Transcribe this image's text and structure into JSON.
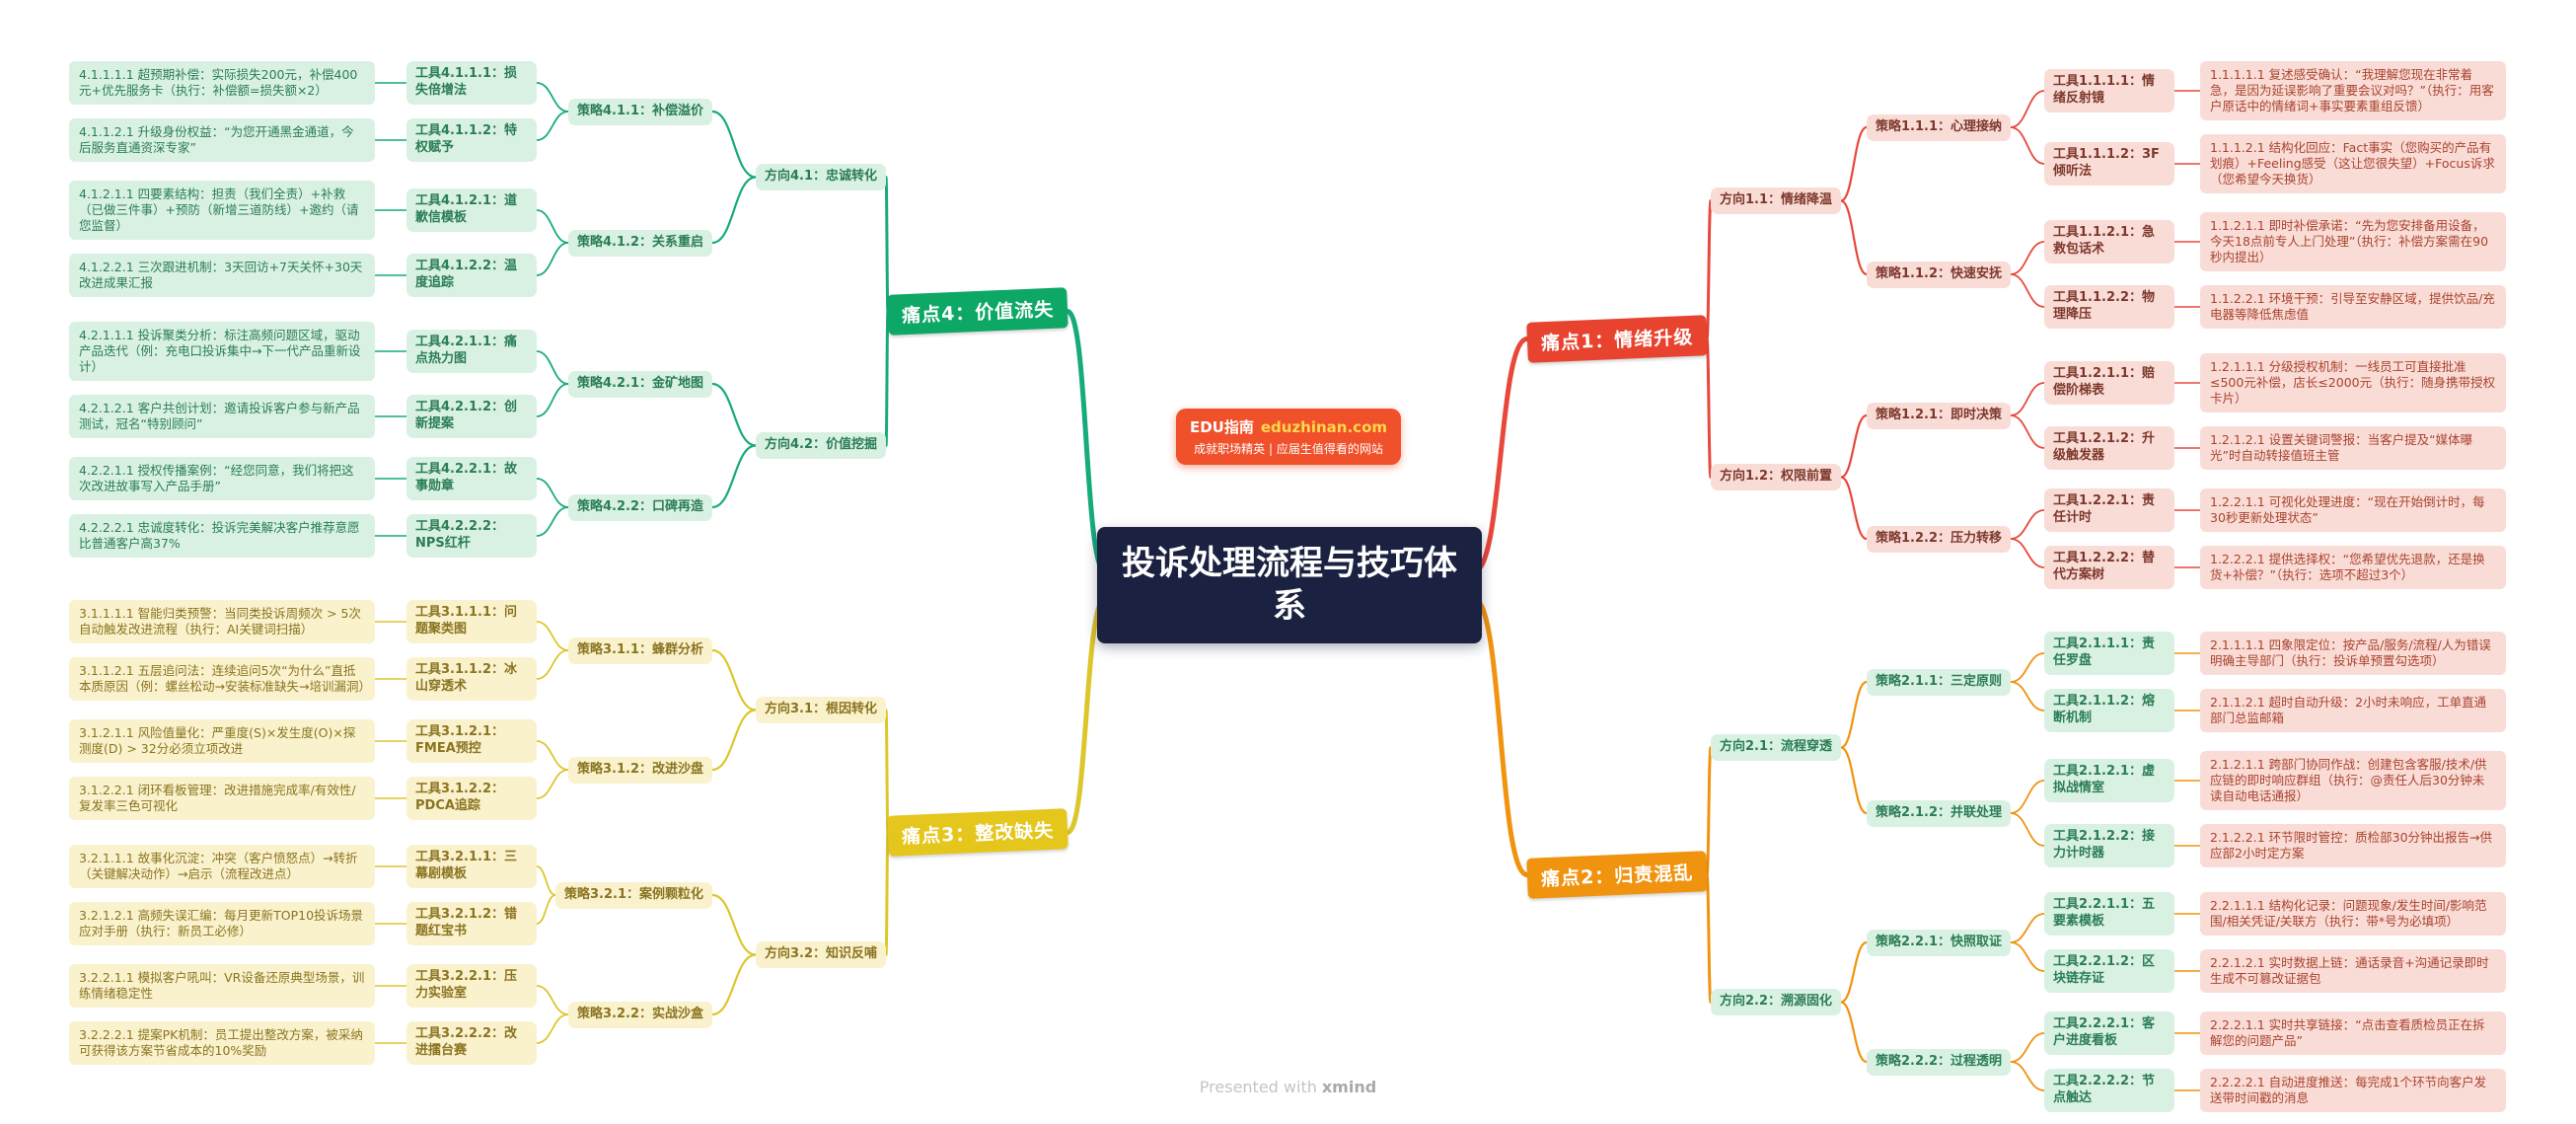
{
  "center": {
    "title": "投诉处理流程与技巧体系"
  },
  "badge": {
    "brand": "EDU指南",
    "site": "eduzhinan.com",
    "tagline": "成就职场精英 | 应届生值得看的网站"
  },
  "footer": {
    "prefix": "Presented with",
    "brand": "xmind"
  },
  "branches": [
    {
      "label": "痛点1：情绪升级",
      "side": "right",
      "colors": {
        "line": "#e8483b",
        "pain_bg": "#e8432e",
        "pain_fg": "#ffffff",
        "sub_bg": "#fadcd6",
        "sub_fg": "#7c382c",
        "detail_bg": "#fadcd6",
        "detail_fg": "#a8432f"
      },
      "directions": [
        {
          "label": "方向1.1：情绪降温",
          "strategies": [
            {
              "label": "策略1.1.1：心理接纳",
              "tools": [
                {
                  "label": "工具1.1.1.1：情绪反射镜",
                  "details": [
                    "1.1.1.1.1 复述感受确认：“我理解您现在非常着急，是因为延误影响了重要会议对吗？”（执行：用客户原话中的情绪词+事实要素重组反馈）"
                  ]
                },
                {
                  "label": "工具1.1.1.2：3F倾听法",
                  "details": [
                    "1.1.1.2.1 结构化回应：Fact事实（您购买的产品有划痕）+Feeling感受（这让您很失望）+Focus诉求（您希望今天换货）"
                  ]
                }
              ]
            },
            {
              "label": "策略1.1.2：快速安抚",
              "tools": [
                {
                  "label": "工具1.1.2.1：急救包话术",
                  "details": [
                    "1.1.2.1.1 即时补偿承诺：“先为您安排备用设备，今天18点前专人上门处理”（执行：补偿方案需在90秒内提出）"
                  ]
                },
                {
                  "label": "工具1.1.2.2：物理降压",
                  "details": [
                    "1.1.2.2.1 环境干预：引导至安静区域，提供饮品/充电器等降低焦虑值"
                  ]
                }
              ]
            }
          ]
        },
        {
          "label": "方向1.2：权限前置",
          "strategies": [
            {
              "label": "策略1.2.1：即时决策",
              "tools": [
                {
                  "label": "工具1.2.1.1：赔偿阶梯表",
                  "details": [
                    "1.2.1.1.1 分级授权机制：一线员工可直接批准≤500元补偿，店长≤2000元（执行：随身携带授权卡片）"
                  ]
                },
                {
                  "label": "工具1.2.1.2：升级触发器",
                  "details": [
                    "1.2.1.2.1 设置关键词警报：当客户提及“媒体曝光”时自动转接值班主管"
                  ]
                }
              ]
            },
            {
              "label": "策略1.2.2：压力转移",
              "tools": [
                {
                  "label": "工具1.2.2.1：责任计时",
                  "details": [
                    "1.2.2.1.1 可视化处理进度：“现在开始倒计时，每30秒更新处理状态”"
                  ]
                },
                {
                  "label": "工具1.2.2.2：替代方案树",
                  "details": [
                    "1.2.2.2.1 提供选择权：“您希望优先退款，还是换货+补偿？”（执行：选项不超过3个）"
                  ]
                }
              ]
            }
          ]
        }
      ]
    },
    {
      "label": "痛点2：归责混乱",
      "side": "right",
      "colors": {
        "line": "#f0930f",
        "pain_bg": "#f0930f",
        "pain_fg": "#ffffff",
        "sub_bg": "#d9f1e3",
        "sub_fg": "#2a7d55",
        "detail_bg": "#fadcd6",
        "detail_fg": "#a8432f"
      },
      "directions": [
        {
          "label": "方向2.1：流程穿透",
          "strategies": [
            {
              "label": "策略2.1.1：三定原则",
              "tools": [
                {
                  "label": "工具2.1.1.1：责任罗盘",
                  "details": [
                    "2.1.1.1.1 四象限定位：按产品/服务/流程/人为错误明确主导部门（执行：投诉单预置勾选项）"
                  ]
                },
                {
                  "label": "工具2.1.1.2：熔断机制",
                  "details": [
                    "2.1.1.2.1 超时自动升级：2小时未响应，工单直通部门总监邮箱"
                  ]
                }
              ]
            },
            {
              "label": "策略2.1.2：并联处理",
              "tools": [
                {
                  "label": "工具2.1.2.1：虚拟战情室",
                  "details": [
                    "2.1.2.1.1 跨部门协同作战：创建包含客服/技术/供应链的即时响应群组（执行：@责任人后30分钟未读自动电话通报）"
                  ]
                },
                {
                  "label": "工具2.1.2.2：接力计时器",
                  "details": [
                    "2.1.2.2.1 环节限时管控：质检部30分钟出报告→供应部2小时定方案"
                  ]
                }
              ]
            }
          ]
        },
        {
          "label": "方向2.2：溯源固化",
          "strategies": [
            {
              "label": "策略2.2.1：快照取证",
              "tools": [
                {
                  "label": "工具2.2.1.1：五要素模板",
                  "details": [
                    "2.2.1.1.1 结构化记录：问题现象/发生时间/影响范围/相关凭证/关联方（执行：带*号为必填项）"
                  ]
                },
                {
                  "label": "工具2.2.1.2：区块链存证",
                  "details": [
                    "2.2.1.2.1 实时数据上链：通话录音+沟通记录即时生成不可篡改证据包"
                  ]
                }
              ]
            },
            {
              "label": "策略2.2.2：过程透明",
              "tools": [
                {
                  "label": "工具2.2.2.1：客户进度看板",
                  "details": [
                    "2.2.2.1.1 实时共享链接：“点击查看质检员正在拆解您的问题产品”"
                  ]
                },
                {
                  "label": "工具2.2.2.2：节点触达",
                  "details": [
                    "2.2.2.2.1 自动进度推送：每完成1个环节向客户发送带时间戳的消息"
                  ]
                }
              ]
            }
          ]
        }
      ]
    },
    {
      "label": "痛点4：价值流失",
      "side": "left",
      "colors": {
        "line": "#17aa7d",
        "pain_bg": "#0ea866",
        "pain_fg": "#ffffff",
        "sub_bg": "#d9f1e3",
        "sub_fg": "#2a7d55",
        "detail_bg": "#d9f1e3",
        "detail_fg": "#2a7d55"
      },
      "directions": [
        {
          "label": "方向4.1：忠诚转化",
          "strategies": [
            {
              "label": "策略4.1.1：补偿溢价",
              "tools": [
                {
                  "label": "工具4.1.1.1：损失倍增法",
                  "details": [
                    "4.1.1.1.1 超预期补偿：实际损失200元，补偿400元+优先服务卡（执行：补偿额=损失额×2）"
                  ]
                },
                {
                  "label": "工具4.1.1.2：特权赋予",
                  "details": [
                    "4.1.1.2.1 升级身份权益：“为您开通黑金通道，今后服务直通资深专家”"
                  ]
                }
              ]
            },
            {
              "label": "策略4.1.2：关系重启",
              "tools": [
                {
                  "label": "工具4.1.2.1：道歉信模板",
                  "details": [
                    "4.1.2.1.1 四要素结构：担责（我们全责）+补救（已做三件事）+预防（新增三道防线）+邀约（请您监督）"
                  ]
                },
                {
                  "label": "工具4.1.2.2：温度追踪",
                  "details": [
                    "4.1.2.2.1 三次跟进机制：3天回访+7天关怀+30天改进成果汇报"
                  ]
                }
              ]
            }
          ]
        },
        {
          "label": "方向4.2：价值挖掘",
          "strategies": [
            {
              "label": "策略4.2.1：金矿地图",
              "tools": [
                {
                  "label": "工具4.2.1.1：痛点热力图",
                  "details": [
                    "4.2.1.1.1 投诉聚类分析：标注高频问题区域，驱动产品迭代（例：充电口投诉集中→下一代产品重新设计）"
                  ]
                },
                {
                  "label": "工具4.2.1.2：创新提案",
                  "details": [
                    "4.2.1.2.1 客户共创计划：邀请投诉客户参与新产品测试，冠名“特别顾问”"
                  ]
                }
              ]
            },
            {
              "label": "策略4.2.2：口碑再造",
              "tools": [
                {
                  "label": "工具4.2.2.1：故事勋章",
                  "details": [
                    "4.2.2.1.1 授权传播案例：“经您同意，我们将把这次改进故事写入产品手册”"
                  ]
                },
                {
                  "label": "工具4.2.2.2：NPS红杆",
                  "details": [
                    "4.2.2.2.1 忠诚度转化：投诉完美解决客户推荐意愿比普通客户高37%"
                  ]
                }
              ]
            }
          ]
        }
      ]
    },
    {
      "label": "痛点3：整改缺失",
      "side": "left",
      "colors": {
        "line": "#ddc62c",
        "pain_bg": "#e5c61c",
        "pain_fg": "#ffffff",
        "sub_bg": "#faf2cd",
        "sub_fg": "#8a7420",
        "detail_bg": "#faf2cd",
        "detail_fg": "#8a7420"
      },
      "directions": [
        {
          "label": "方向3.1：根因转化",
          "strategies": [
            {
              "label": "策略3.1.1：蜂群分析",
              "tools": [
                {
                  "label": "工具3.1.1.1：问题聚类图",
                  "details": [
                    "3.1.1.1.1 智能归类预警：当同类投诉周频次 > 5次自动触发改进流程（执行：AI关键词扫描）"
                  ]
                },
                {
                  "label": "工具3.1.1.2：冰山穿透术",
                  "details": [
                    "3.1.1.2.1 五层追问法：连续追问5次“为什么”直抵本质原因（例：螺丝松动→安装标准缺失→培训漏洞）"
                  ]
                }
              ]
            },
            {
              "label": "策略3.1.2：改进沙盘",
              "tools": [
                {
                  "label": "工具3.1.2.1：FMEA预控",
                  "details": [
                    "3.1.2.1.1 风险值量化：严重度(S)×发生度(O)×探测度(D) > 32分必须立项改进"
                  ]
                },
                {
                  "label": "工具3.1.2.2：PDCA追踪",
                  "details": [
                    "3.1.2.2.1 闭环看板管理：改进措施完成率/有效性/复发率三色可视化"
                  ]
                }
              ]
            }
          ]
        },
        {
          "label": "方向3.2：知识反哺",
          "strategies": [
            {
              "label": "策略3.2.1：案例颗粒化",
              "tools": [
                {
                  "label": "工具3.2.1.1：三幕剧模板",
                  "details": [
                    "3.2.1.1.1 故事化沉淀：冲突（客户愤怒点）→转折（关键解决动作）→启示（流程改进点）"
                  ]
                },
                {
                  "label": "工具3.2.1.2：错题红宝书",
                  "details": [
                    "3.2.1.2.1 高频失误汇编：每月更新TOP10投诉场景应对手册（执行：新员工必修）"
                  ]
                }
              ]
            },
            {
              "label": "策略3.2.2：实战沙盒",
              "tools": [
                {
                  "label": "工具3.2.2.1：压力实验室",
                  "details": [
                    "3.2.2.1.1 模拟客户吼叫：VR设备还原典型场景，训练情绪稳定性"
                  ]
                },
                {
                  "label": "工具3.2.2.2：改进擂台赛",
                  "details": [
                    "3.2.2.2.1 提案PK机制：员工提出整改方案，被采纳可获得该方案节省成本的10%奖励"
                  ]
                }
              ]
            }
          ]
        }
      ]
    }
  ]
}
